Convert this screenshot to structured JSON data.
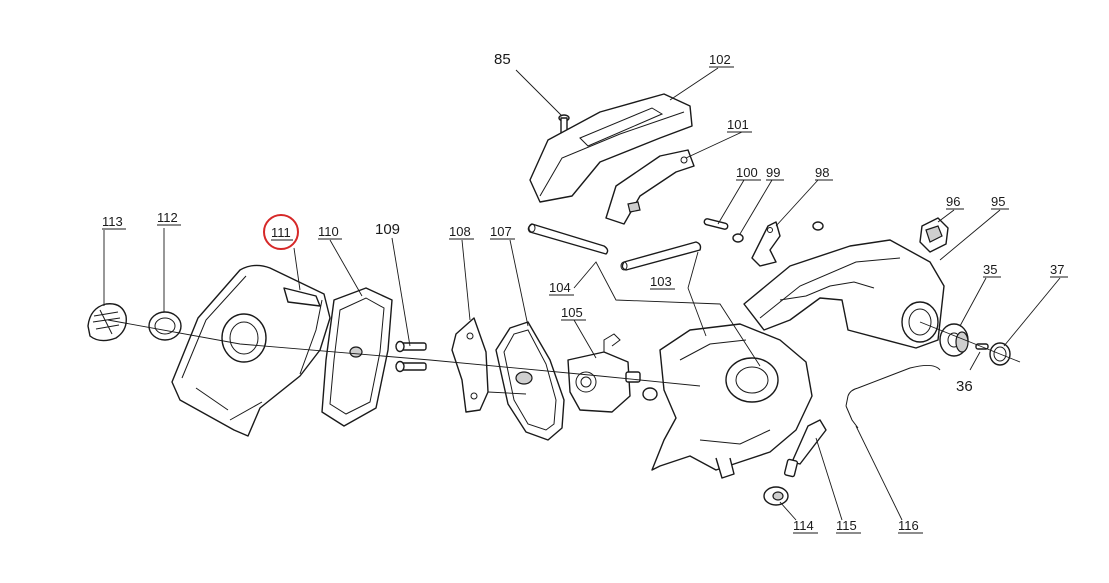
{
  "highlight_color": "#d62828",
  "highlighted_part": "111",
  "parts": [
    {
      "id": "p113",
      "label": "113",
      "underlined": true,
      "icon": "knob"
    },
    {
      "id": "p112",
      "label": "112",
      "underlined": true,
      "icon": "washer"
    },
    {
      "id": "p111",
      "label": "111",
      "underlined": true,
      "icon": "air-filter-cover"
    },
    {
      "id": "p110",
      "label": "110",
      "underlined": true,
      "icon": "filter-element"
    },
    {
      "id": "p109",
      "label": "109",
      "underlined": false,
      "icon": "screws"
    },
    {
      "id": "p108",
      "label": "108",
      "underlined": true,
      "icon": "gasket"
    },
    {
      "id": "p107",
      "label": "107",
      "underlined": true,
      "icon": "filter-base"
    },
    {
      "id": "p105",
      "label": "105",
      "underlined": true,
      "icon": "carburetor"
    },
    {
      "id": "p104",
      "label": "104",
      "underlined": true,
      "icon": "tube"
    },
    {
      "id": "p103",
      "label": "103",
      "underlined": true,
      "icon": "tube"
    },
    {
      "id": "p85",
      "label": "85",
      "underlined": false,
      "icon": "screw"
    },
    {
      "id": "p102",
      "label": "102",
      "underlined": true,
      "icon": "handle-cover"
    },
    {
      "id": "p101",
      "label": "101",
      "underlined": true,
      "icon": "trigger-lockout"
    },
    {
      "id": "p100",
      "label": "100",
      "underlined": true,
      "icon": "pin"
    },
    {
      "id": "p99",
      "label": "99",
      "underlined": true,
      "icon": "circlip"
    },
    {
      "id": "p98",
      "label": "98",
      "underlined": true,
      "icon": "throttle-trigger"
    },
    {
      "id": "p96",
      "label": "96",
      "underlined": true,
      "icon": "switch"
    },
    {
      "id": "p95",
      "label": "95",
      "underlined": true,
      "icon": "rear-handle-housing"
    },
    {
      "id": "p35",
      "label": "35",
      "underlined": true,
      "icon": "grommet"
    },
    {
      "id": "p37",
      "label": "37",
      "underlined": true,
      "icon": "cap"
    },
    {
      "id": "p36",
      "label": "36",
      "underlined": false,
      "icon": "small-screw"
    },
    {
      "id": "p114",
      "label": "114",
      "underlined": true,
      "icon": "valve-seat"
    },
    {
      "id": "p115",
      "label": "115",
      "underlined": true,
      "icon": "valve"
    },
    {
      "id": "p116",
      "label": "116",
      "underlined": true,
      "icon": "hose"
    }
  ]
}
